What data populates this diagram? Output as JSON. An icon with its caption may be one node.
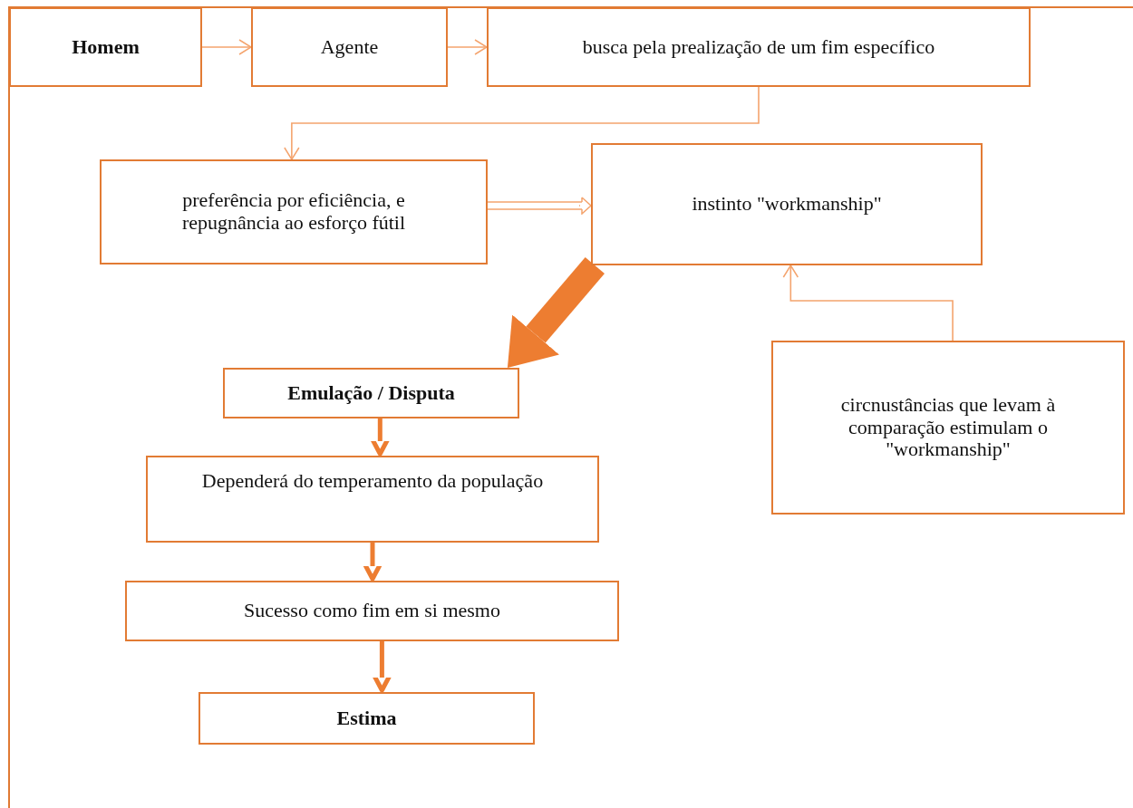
{
  "diagram": {
    "nodes": [
      {
        "text": [
          "Homem"
        ]
      },
      {
        "text": [
          "Agente"
        ]
      },
      {
        "text": [
          "busca pela prealização de um fim específico"
        ]
      },
      {
        "text": [
          "preferência por eficiência, e repugnância ao esforço fútil"
        ]
      },
      {
        "text": [
          "instinto \"workmanship\""
        ]
      },
      {
        "text": [
          "Emulação / Disputa"
        ]
      },
      {
        "text": [
          "Dependerá do temperamento da população"
        ]
      },
      {
        "text": [
          "Sucesso como fim em si mesmo"
        ]
      },
      {
        "text": [
          "Estima"
        ]
      },
      {
        "text": [
          "circnustâncias que levam à comparação estimulam o \"workmanship\""
        ]
      }
    ],
    "edges": [
      {
        "from": 0,
        "to": 1,
        "arrow": "to"
      },
      {
        "from": 1,
        "to": 2,
        "arrow": "to"
      },
      {
        "from": 2,
        "to": 3,
        "arrow": "to"
      },
      {
        "from": 3,
        "to": 4,
        "arrow": "to"
      },
      {
        "from": 4,
        "to": 5,
        "arrow": "to",
        "style": "thick",
        "color": "#ed7d31"
      },
      {
        "from": 5,
        "to": 6,
        "arrow": "to",
        "style": "thick",
        "color": "#ed7d31"
      },
      {
        "from": 6,
        "to": 7,
        "arrow": "to",
        "style": "thick",
        "color": "#ed7d31"
      },
      {
        "from": 7,
        "to": 8,
        "arrow": "to",
        "style": "thick",
        "color": "#ed7d31"
      },
      {
        "from": 9,
        "to": 4,
        "arrow": "to"
      }
    ]
  }
}
